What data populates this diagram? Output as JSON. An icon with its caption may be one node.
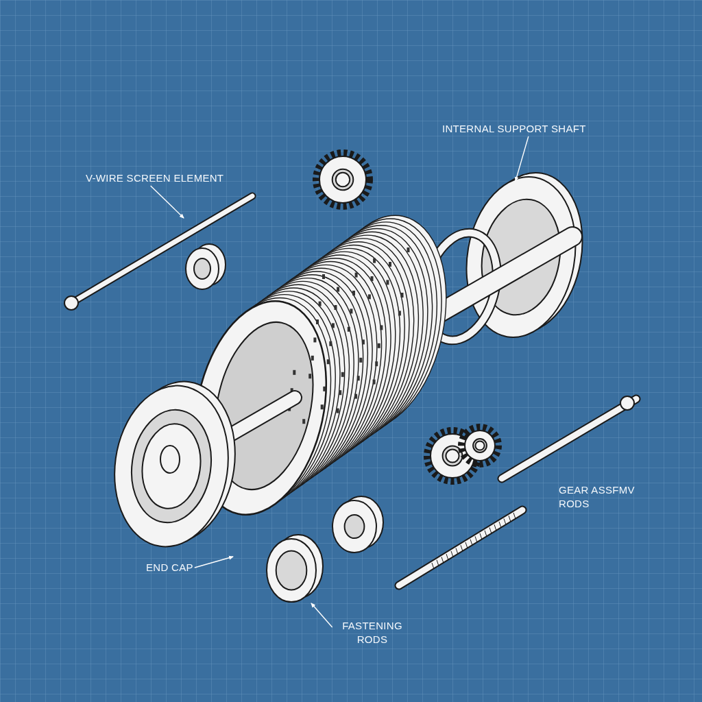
{
  "diagram": {
    "nodes": [
      {
        "text": [
          "V-WIRE SCREEN ELEMENT"
        ]
      },
      {
        "text": [
          "INTERNAL SUPPORT SHAFT"
        ]
      },
      {
        "text": [
          "GEAR ASSFMV RODS"
        ]
      },
      {
        "text": [
          "END CAP"
        ]
      },
      {
        "text": [
          "FASTENING RODS"
        ]
      }
    ],
    "edges": [
      {
        "from": 0,
        "to": null,
        "arrow": "to"
      },
      {
        "from": 1,
        "to": null,
        "arrow": "to"
      },
      {
        "from": 3,
        "to": null,
        "arrow": "to"
      },
      {
        "from": 4,
        "to": null,
        "arrow": "to"
      }
    ]
  }
}
